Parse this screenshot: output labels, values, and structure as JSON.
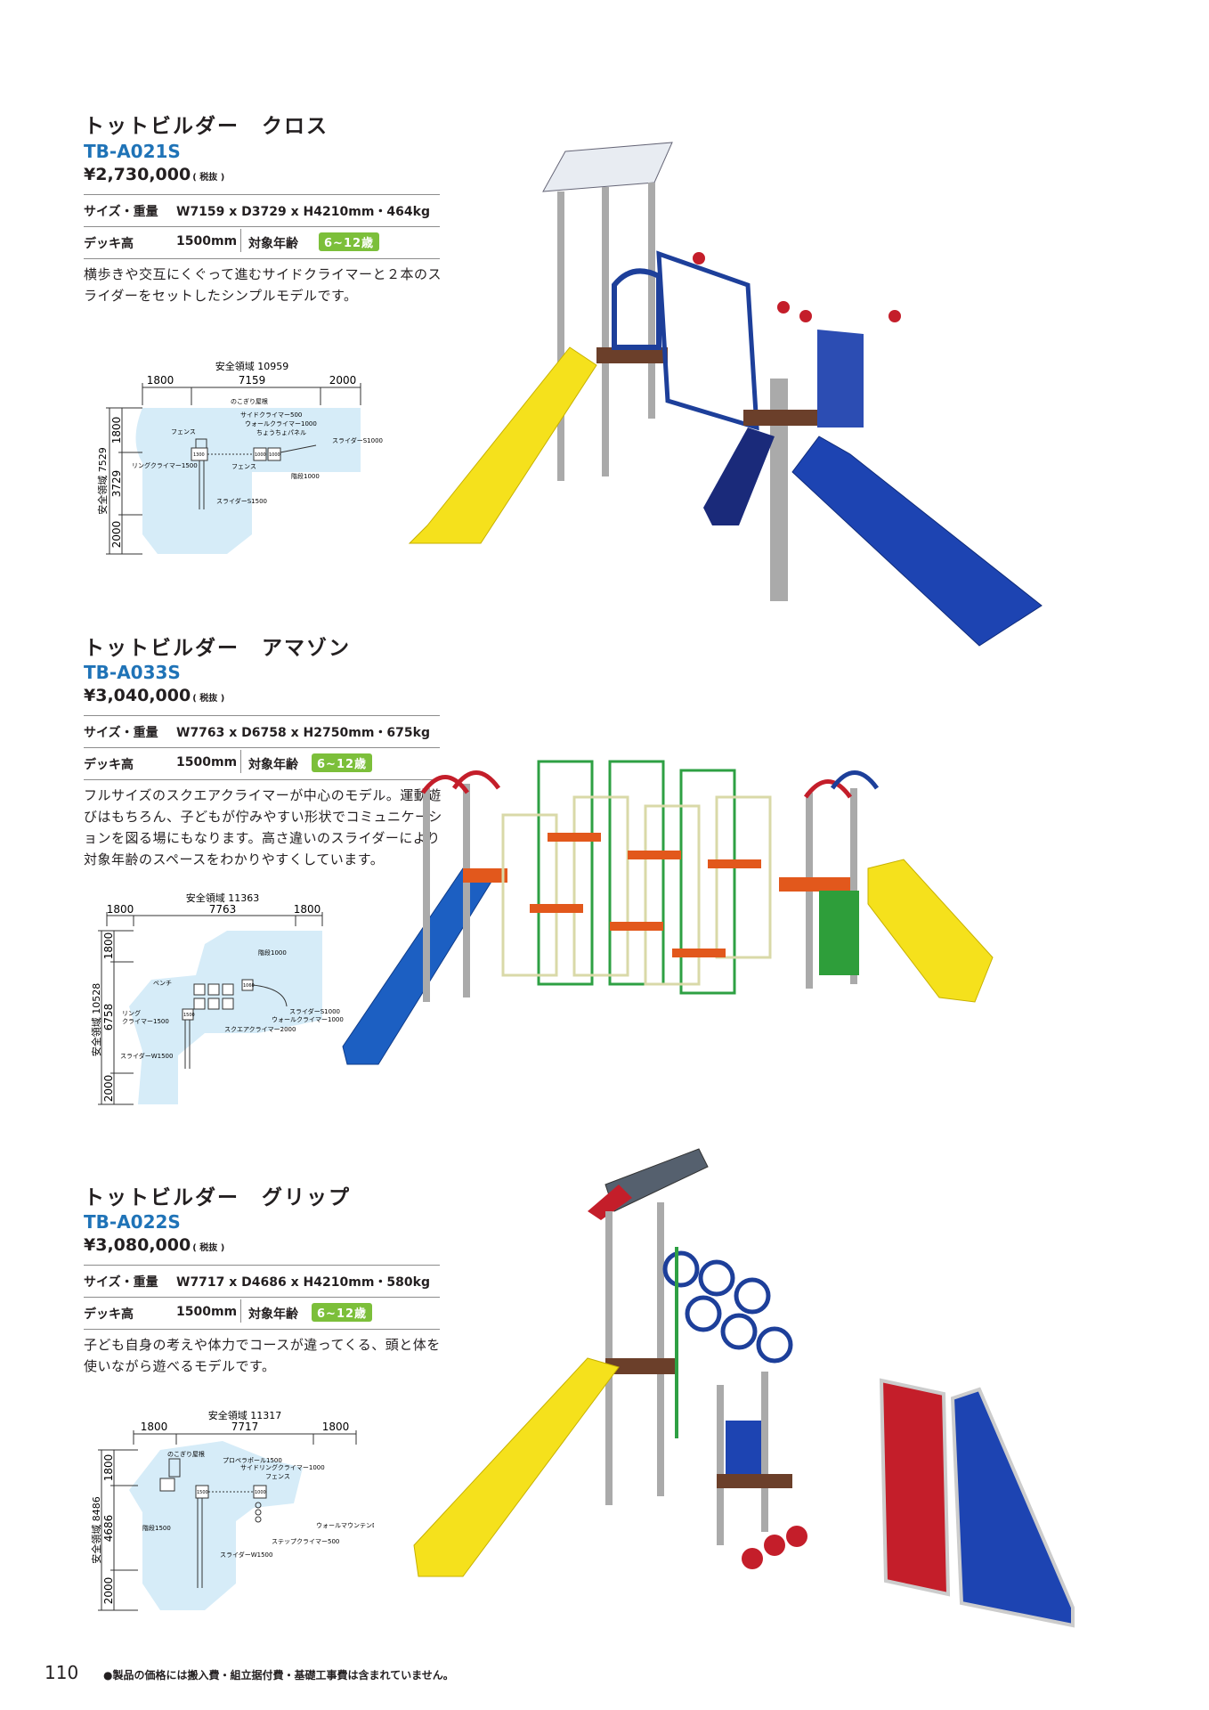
{
  "products": [
    {
      "name": "トットビルダー　クロス",
      "code": "TB-A021S",
      "price": "¥2,730,000",
      "tax_note": "( 税抜 )",
      "size_label": "サイズ・重量",
      "size_value": "W7159 x D3729 x H4210mm・464kg",
      "deck_label": "デッキ高",
      "deck_value": "1500mm",
      "age_label": "対象年齢",
      "age_value": "6~12歳",
      "description": "横歩きや交互にくぐって進むサイドクライマーと２本のスライダーをセットしたシンプルモデルです。",
      "diagram": {
        "safety_top": "安全領域 10959",
        "dims_top": [
          "1800",
          "7159",
          "2000"
        ],
        "safety_side": "安全領域 7529",
        "dims_side": [
          "1800",
          "3729",
          "2000"
        ],
        "labels": [
          "のこぎり屋根",
          "サイドクライマー500",
          "ウォールクライマー1000",
          "フェンス",
          "ちょうちょパネル",
          "スライダーS1000",
          "1300",
          "1000",
          "1000",
          "リングクライマー1500",
          "フェンス",
          "階段1000",
          "スライダーS1500"
        ]
      }
    },
    {
      "name": "トットビルダー　アマゾン",
      "code": "TB-A033S",
      "price": "¥3,040,000",
      "tax_note": "( 税抜 )",
      "size_label": "サイズ・重量",
      "size_value": "W7763 x D6758 x H2750mm・675kg",
      "deck_label": "デッキ高",
      "deck_value": "1500mm",
      "age_label": "対象年齢",
      "age_value": "6~12歳",
      "description": "フルサイズのスクエアクライマーが中心のモデル。運動遊びはもちろん、子どもが佇みやすい形状でコミュニケーションを図る場にもなります。高さ違いのスライダーにより対象年齢のスペースをわかりやすくしています。",
      "diagram": {
        "safety_top": "安全領域 11363",
        "dims_top": [
          "1800",
          "7763",
          "1800"
        ],
        "safety_side": "安全領域 10528",
        "dims_side": [
          "1800",
          "6758",
          "2000"
        ],
        "labels": [
          "階段1000",
          "ベンチ",
          "1060",
          "リング",
          "クライマー1500",
          "1500",
          "スライダーS1000",
          "ウォールクライマー1000",
          "スクエアクライマー2000",
          "スライダーW1500"
        ]
      }
    },
    {
      "name": "トットビルダー　グリップ",
      "code": "TB-A022S",
      "price": "¥3,080,000",
      "tax_note": "( 税抜 )",
      "size_label": "サイズ・重量",
      "size_value": "W7717 x D4686 x H4210mm・580kg",
      "deck_label": "デッキ高",
      "deck_value": "1500mm",
      "age_label": "対象年齢",
      "age_value": "6~12歳",
      "description": "子ども自身の考えや体力でコースが違ってくる、頭と体を使いながら遊べるモデルです。",
      "diagram": {
        "safety_top": "安全領域 11317",
        "dims_top": [
          "1800",
          "7717",
          "1800"
        ],
        "safety_side": "安全領域 8486",
        "dims_side": [
          "1800",
          "4686",
          "2000"
        ],
        "labels": [
          "のこぎり屋根",
          "プロペラポール1500",
          "サイドリングクライマー1000",
          "フェンス",
          "1500",
          "1000",
          "階段1500",
          "ウォールマウンテンDG",
          "ステップクライマー500",
          "スライダーW1500"
        ]
      }
    }
  ],
  "footer": {
    "page_number": "110",
    "note": "●製品の価格には搬入費・組立据付費・基礎工事費は含まれていません。"
  },
  "colors": {
    "code_blue": "#1f73b7",
    "age_green": "#7cbf3a",
    "safety_area": "#d6ecf8"
  }
}
